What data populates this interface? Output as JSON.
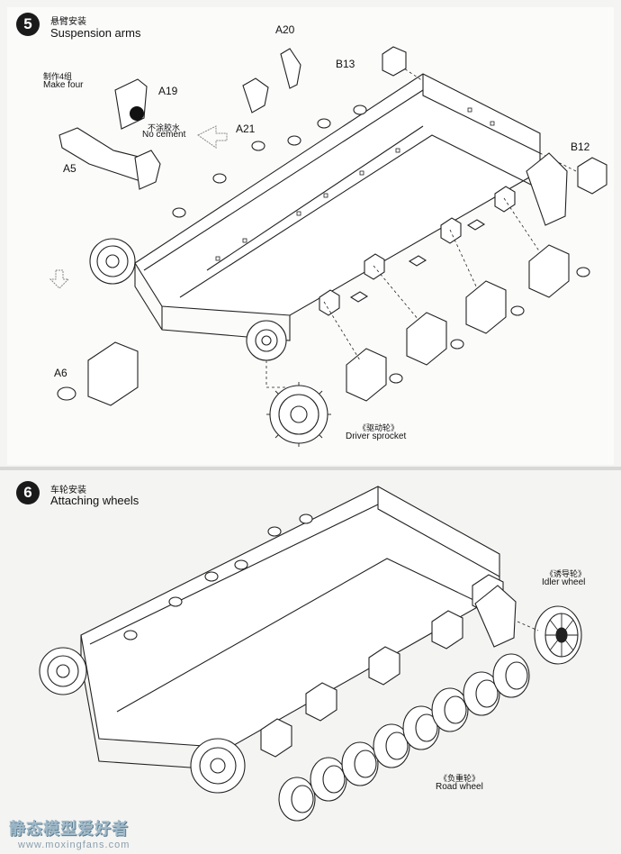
{
  "step5": {
    "number": "5",
    "title_cn": "悬臂安装",
    "title_en": "Suspension arms",
    "make_cn": "制作4组",
    "make_en": "Make four",
    "nocement_cn": "不涂胶水",
    "nocement_en": "No cement",
    "parts": {
      "a19": "A19",
      "a20": "A20",
      "a21": "A21",
      "a5": "A5",
      "a6": "A6",
      "b13": "B13",
      "b12": "B12"
    },
    "sprocket_cn": "《驱动轮》",
    "sprocket_en": "Driver sprocket"
  },
  "step6": {
    "number": "6",
    "title_cn": "车轮安装",
    "title_en": "Attaching wheels",
    "idler_cn": "《诱导轮》",
    "idler_en": "Idler wheel",
    "road_cn": "《负重轮》",
    "road_en": "Road wheel"
  },
  "watermark": {
    "title": "静态模型爱好者",
    "url": "www.moxingfans.com"
  },
  "icons": [
    "step-number-badge",
    "no-cement-icon",
    "arrow-down-icon",
    "hatched-arrow-icon"
  ]
}
